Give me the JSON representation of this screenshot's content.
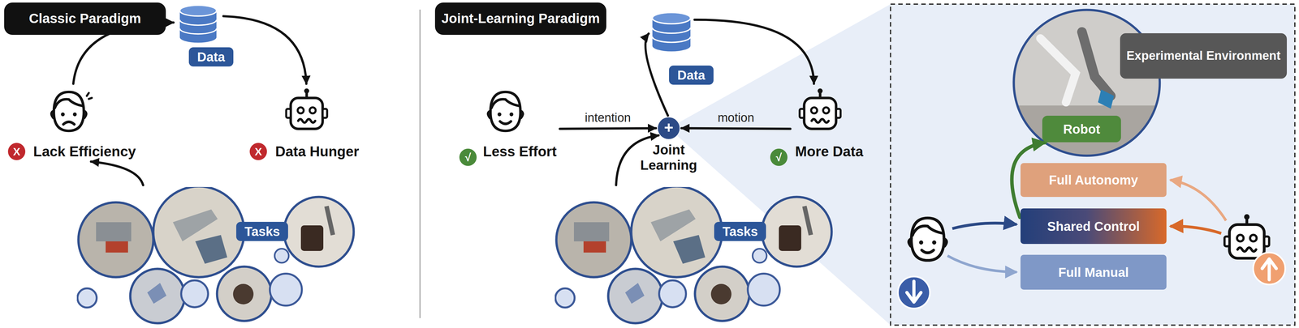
{
  "diagram": {
    "nodes": [
      {
        "text": [
          "Classic Paradigm"
        ]
      },
      {
        "text": [
          "Data"
        ]
      },
      {
        "text": [
          "Lack Efficiency"
        ]
      },
      {
        "text": [
          "Data Hunger"
        ]
      },
      {
        "text": [
          "Tasks"
        ]
      },
      {
        "text": [
          "Joint-Learning Paradigm"
        ]
      },
      {
        "text": [
          "Data"
        ]
      },
      {
        "text": [
          "Less Effort"
        ]
      },
      {
        "text": [
          "+",
          "Joint Learning"
        ]
      },
      {
        "text": [
          "More Data"
        ]
      },
      {
        "text": [
          "Tasks"
        ]
      },
      {
        "text": [
          "Robot"
        ]
      },
      {
        "text": [
          "Experimental Environment"
        ]
      },
      {
        "text": [
          "Full Autonomy"
        ]
      },
      {
        "text": [
          "Shared Control"
        ]
      },
      {
        "text": [
          "Full Manual"
        ]
      }
    ],
    "edges": [
      {
        "from": 2,
        "to": 1,
        "arrow": "to"
      },
      {
        "from": 1,
        "to": 3,
        "arrow": "to"
      },
      {
        "from": 4,
        "to": 2,
        "arrow": "to"
      },
      {
        "from": 7,
        "to": 8,
        "label": "intention",
        "arrow": "to"
      },
      {
        "from": 9,
        "to": 8,
        "label": "motion",
        "arrow": "to"
      },
      {
        "from": 8,
        "to": 6,
        "arrow": "to"
      },
      {
        "from": 6,
        "to": 9,
        "arrow": "to"
      },
      {
        "from": 10,
        "to": 8,
        "arrow": "to"
      },
      {
        "from": 14,
        "to": 11,
        "arrow": "to"
      }
    ],
    "labels": [
      "X",
      "X",
      "√",
      "√"
    ]
  }
}
